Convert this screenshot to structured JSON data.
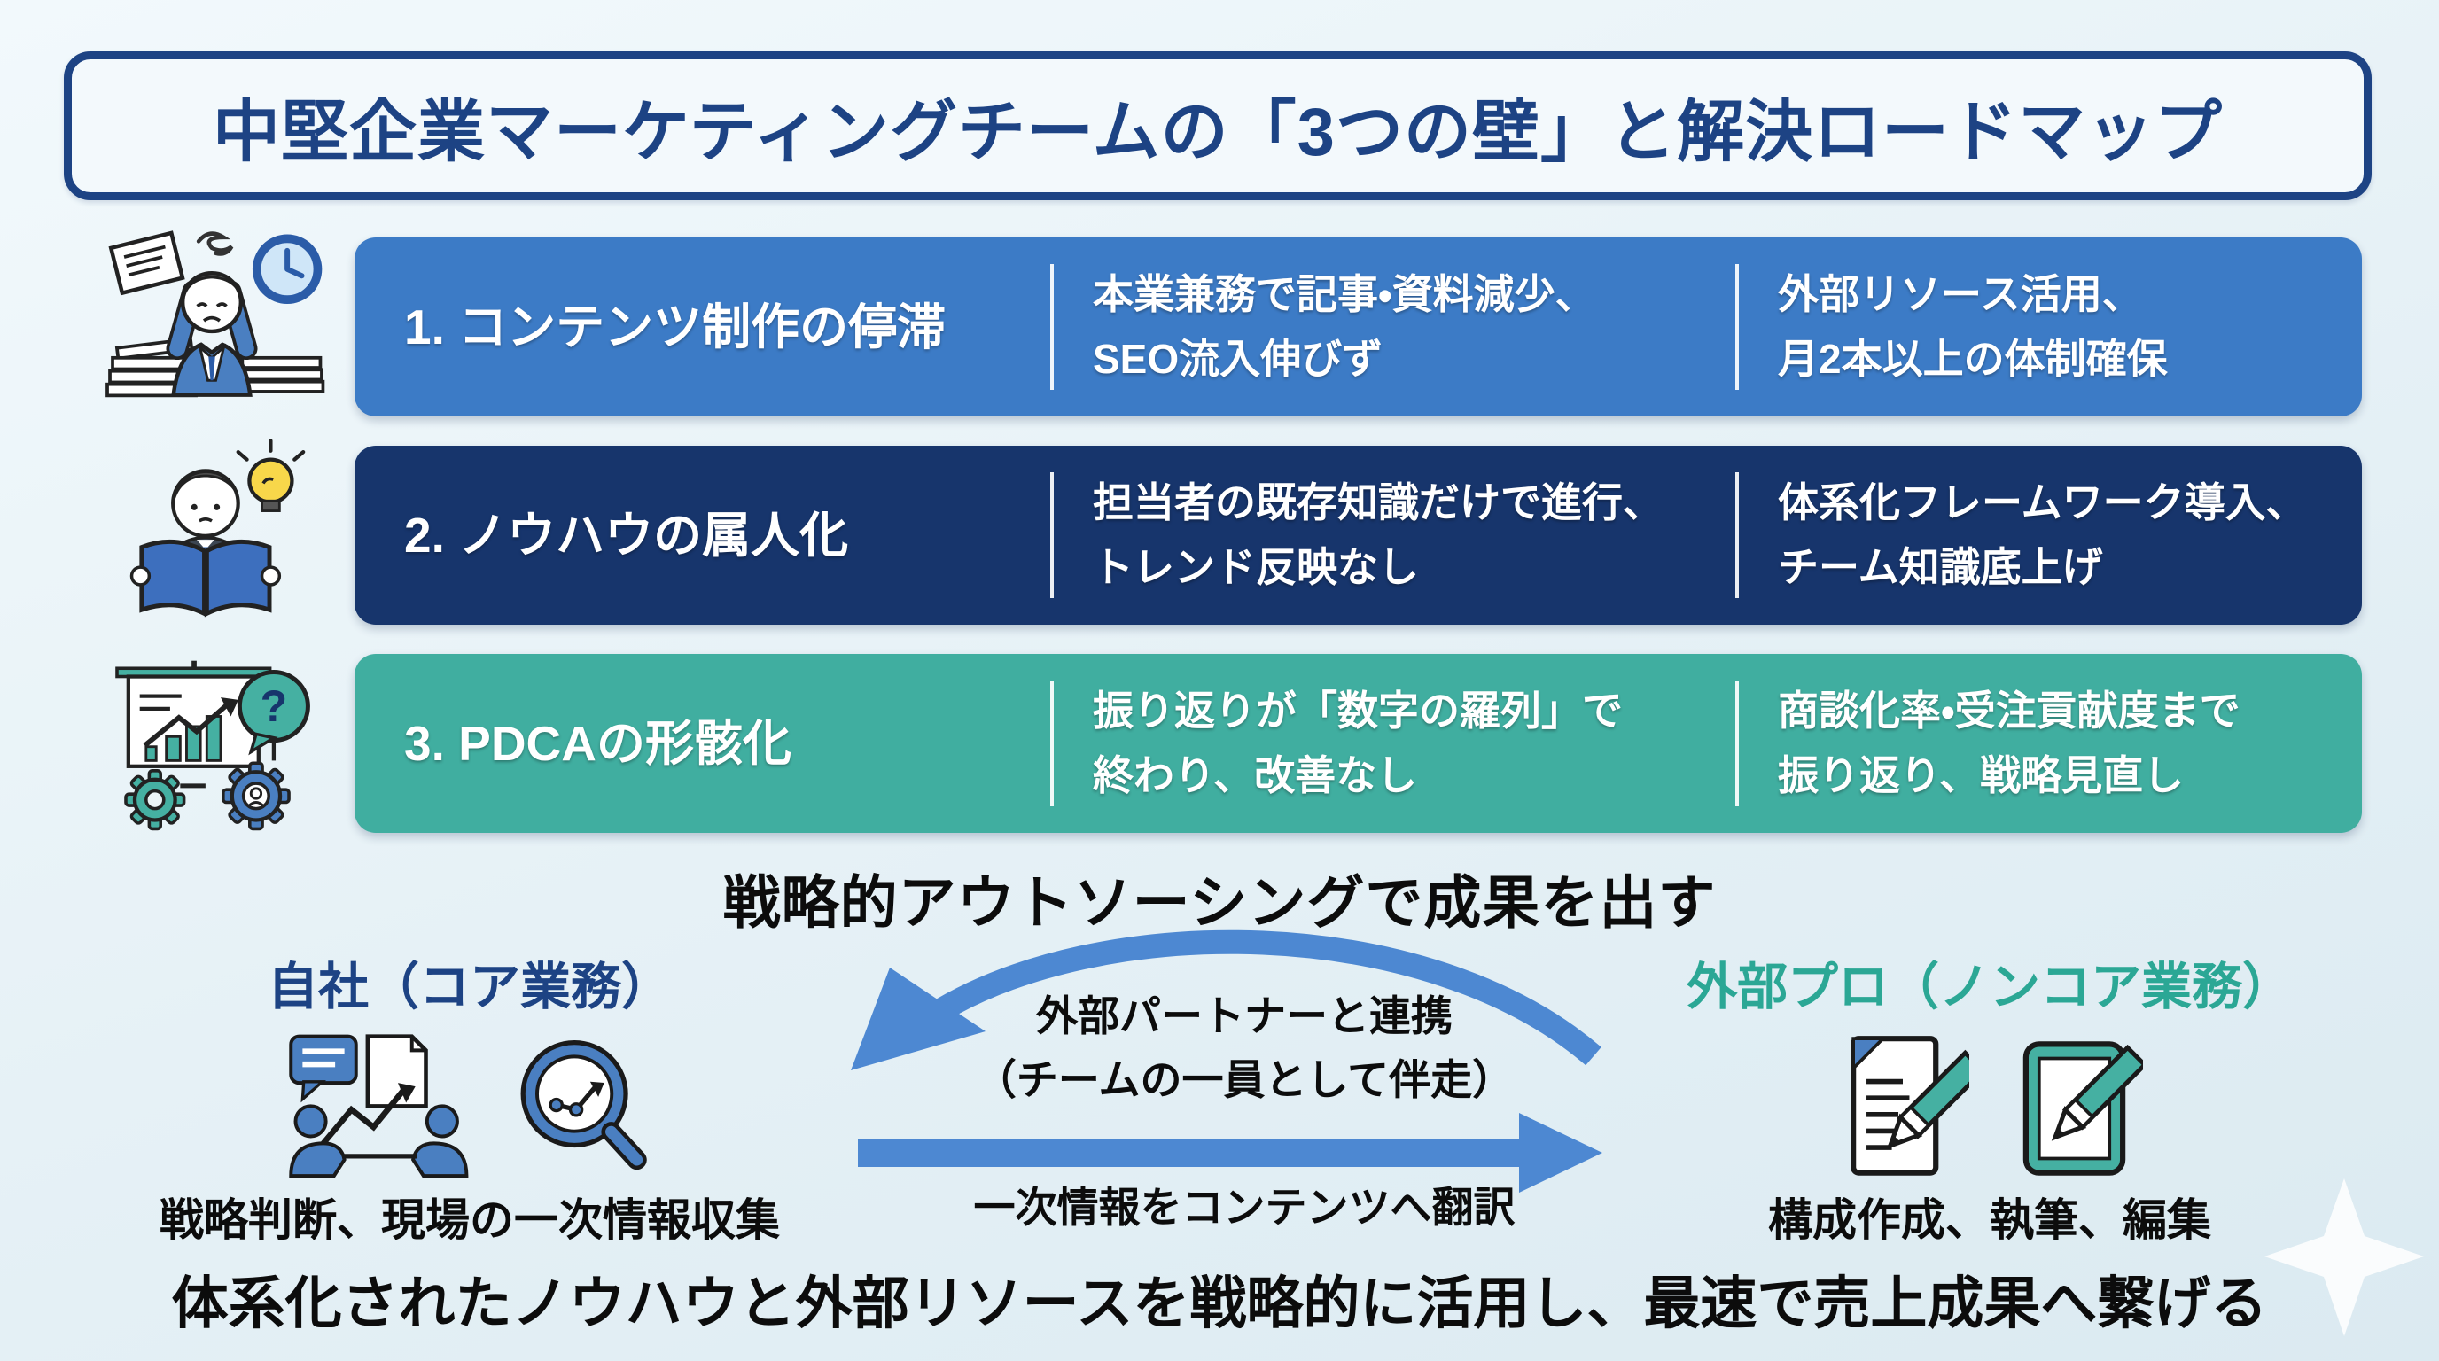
{
  "title": "中堅企業マーケティングチームの「3つの壁」と解決ロードマップ",
  "title_color": "#1d4384",
  "walls": [
    {
      "label": "1. コンテンツ制作の停滞",
      "problem_line1": "本業兼務で記事・資料減少、",
      "problem_line2": "SEO流入伸びず",
      "solution_line1": "外部リソース活用、",
      "solution_line2": "月2本以上の体制確保",
      "color": "#3c7bc6"
    },
    {
      "label": "2. ノウハウの属人化",
      "problem_line1": "担当者の既存知識だけで進行、",
      "problem_line2": "トレンド反映なし",
      "solution_line1": "体系化フレームワーク導入、",
      "solution_line2": "チーム知識底上げ",
      "color": "#17356c"
    },
    {
      "label": "3. PDCAの形骸化",
      "problem_line1": "振り返りが「数字の羅列」で",
      "problem_line2": "終わり、改善なし",
      "solution_line1": "商談化率・受注貢献度まで",
      "solution_line2": "振り返り、戦略見直し",
      "color": "#40aea0"
    }
  ],
  "mid_heading": "戦略的アウトソーシングで成果を出す",
  "outsourcing": {
    "left": {
      "heading": "自社（コア業務）",
      "heading_color": "#1d4384",
      "caption": "戦略判断、現場の一次情報収集"
    },
    "right": {
      "heading": "外部プロ（ノンコア業務）",
      "heading_color": "#2ba795",
      "caption": "構成作成、執筆、編集"
    },
    "back_arrow_label_line1": "外部パートナーと連携",
    "back_arrow_label_line2": "（チームの一員として伴走）",
    "forward_arrow_label": "一次情報をコンテンツへ翻訳",
    "arrow_color": "#4d88d2"
  },
  "bottom_message": "体系化されたノウハウと外部リソースを戦略的に活用し、最速で売上成果へ繋げる",
  "icons": {
    "question_mark": "?"
  },
  "colors": {
    "accent_blue": "#4a7fc1",
    "accent_teal": "#45b0a2",
    "background": "#e6f1f6"
  }
}
